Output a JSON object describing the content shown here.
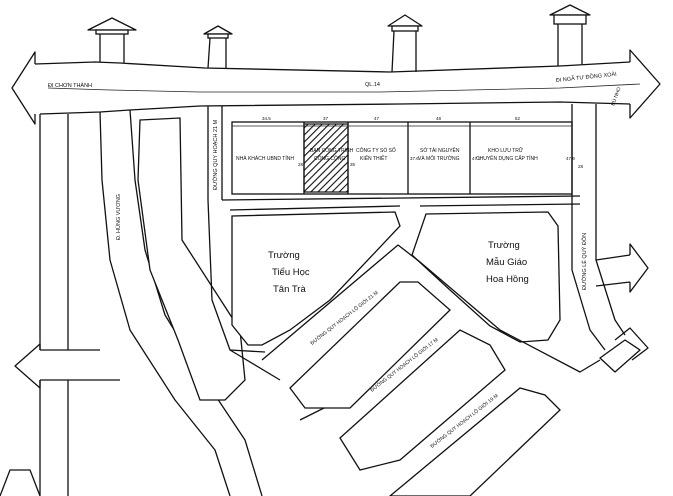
{
  "roads": {
    "top_left": "ĐI CHƠN THÀNH",
    "top_mid": "QL.14",
    "top_right": "ĐI NGÃ TƯ ĐỒNG XOÀI",
    "left_vertical": "Đ. HÙNG VƯƠNG",
    "mid_vertical": "ĐƯỜNG QUY HOẠCH 21 M",
    "right_vertical": "ĐƯỜNG LÊ QUÝ ĐÔN",
    "diag_1": "ĐƯỜNG QUY HOẠCH LỘ GIỚI 21 M",
    "diag_2": "ĐƯỜNG QUY HOẠCH LỘ GIỚI 17 M",
    "diag_3": "ĐƯỜNG QUY HOẠCH LỘ GIỚI 19 M",
    "right_edge": "BÙ NHO"
  },
  "plots": [
    {
      "label_1": "NHÀ KHÁCH UBND TỈNH",
      "label_2": ""
    },
    {
      "label_1": "BAN CÔNG TRÌNH",
      "label_2": "CÔNG CỘNG"
    },
    {
      "label_1": "CÔNG TY SỔ SỐ",
      "label_2": "KIẾN THIẾT"
    },
    {
      "label_1": "SỞ TÀI NGUYÊN",
      "label_2": "VÀ MÔI TRƯỜNG"
    },
    {
      "label_1": "KHO LƯU TRỮ",
      "label_2": "CHUYÊN DỤNG CẤP TỈNH"
    }
  ],
  "school_1": {
    "line_1": "Trường",
    "line_2": "Tiểu Học",
    "line_3": "Tân Trà"
  },
  "school_2": {
    "line_1": "Trường",
    "line_2": "Mẫu Giáo",
    "line_3": "Hoa Hồng"
  },
  "dims": {
    "d1": "34.5",
    "d2": "37",
    "d3": "47",
    "d4": "48",
    "d5": "52",
    "s1": "28",
    "s2": "35",
    "s3": "37.6",
    "s4": "47.9",
    "s5": "47.9",
    "s6": "28"
  },
  "colors": {
    "ink": "#111111",
    "paper": "#ffffff"
  }
}
